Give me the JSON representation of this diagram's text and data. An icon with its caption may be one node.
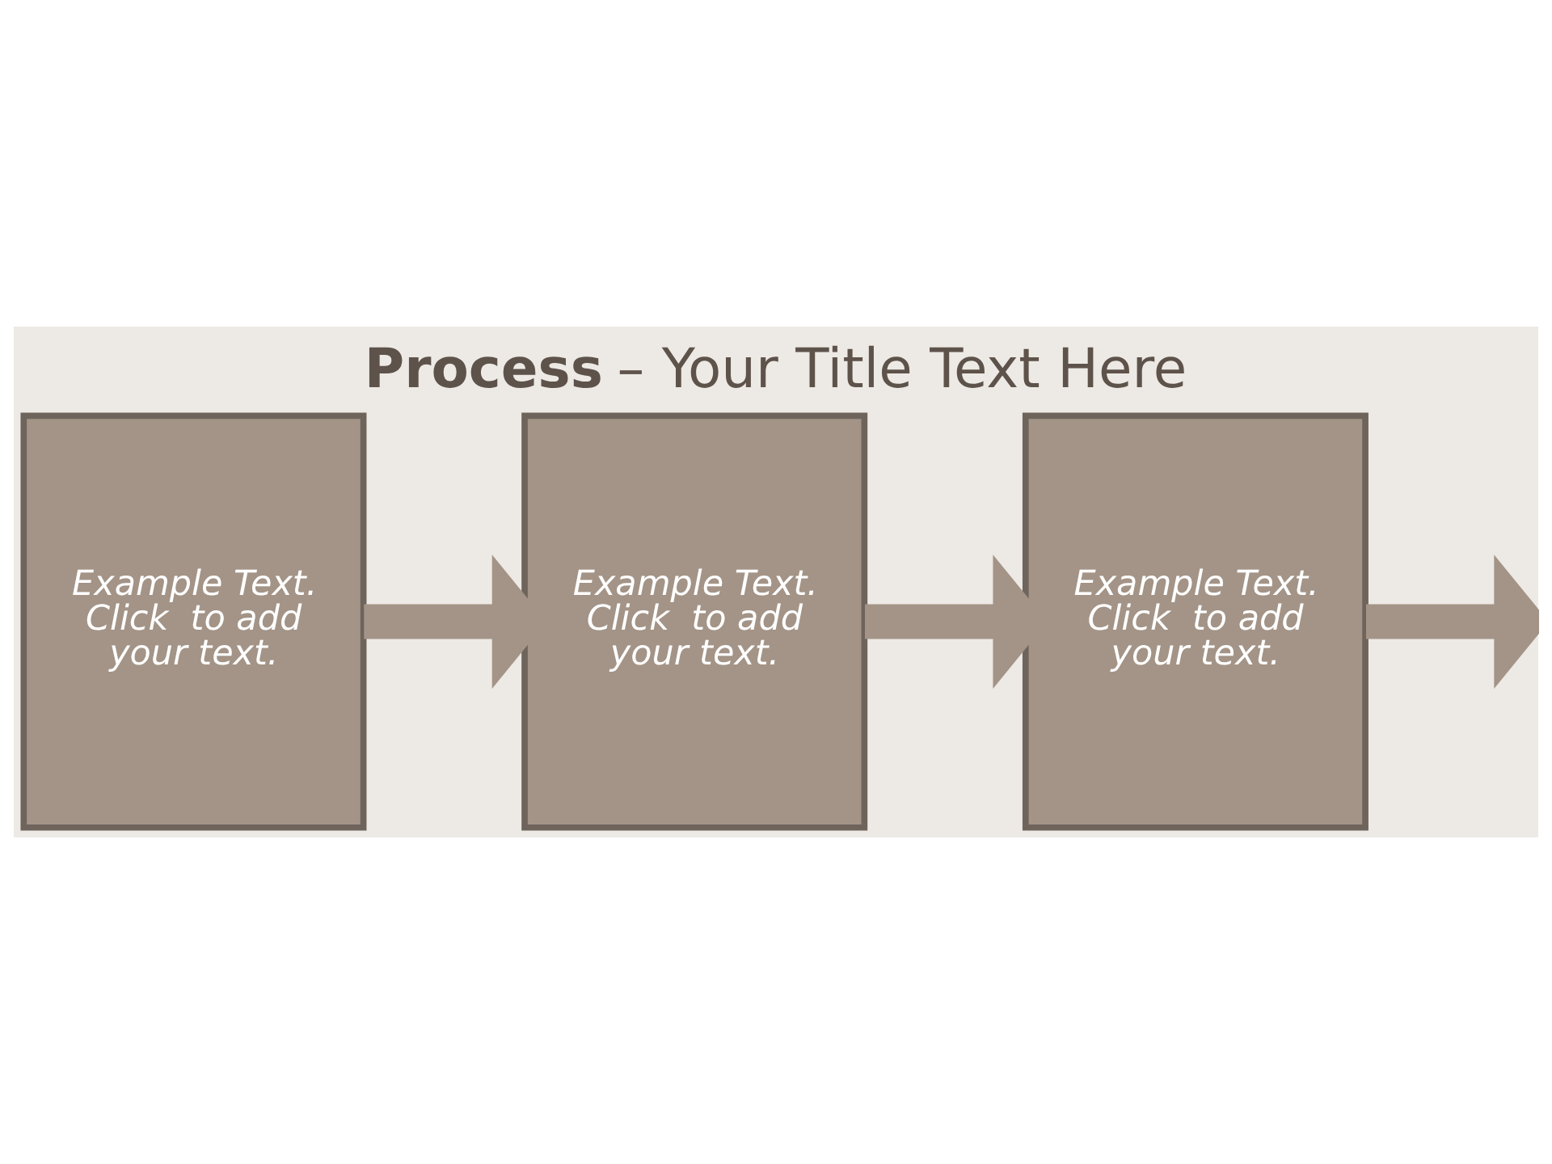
{
  "diagram": {
    "title": "**Process** – Your Title Text Here",
    "nodes": [
      {
        "text": [
          "Example Text. Click  to add your text."
        ]
      },
      {
        "text": [
          "Example Text. Click  to add your text."
        ]
      },
      {
        "text": [
          "Example Text. Click  to add your text."
        ]
      }
    ],
    "edges": [
      {
        "from": 0,
        "to": 1,
        "arrow": "to"
      },
      {
        "from": 1,
        "to": 2,
        "arrow": "to"
      },
      {
        "from": 2,
        "to": null,
        "arrow": "to"
      }
    ]
  }
}
